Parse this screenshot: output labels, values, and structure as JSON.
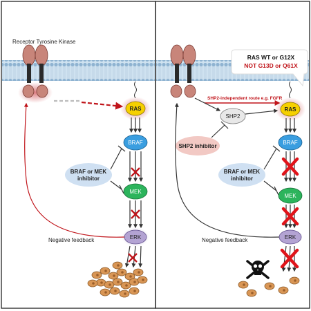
{
  "left_panel": {
    "title": "Receptor Tyrosine Kinase",
    "nodes": {
      "ras": "RAS",
      "braf": "BRAF",
      "mek": "MEK",
      "erk": "ERK"
    },
    "inhibitor": [
      "BRAF or MEK",
      "inhibitor"
    ],
    "feedback": "Negative feedback"
  },
  "right_panel": {
    "genotype_line1": "RAS WT or G12X",
    "genotype_line2": "NOT G13D or Q61X",
    "route": "SHP2-independent route e.g. FGFR",
    "nodes": {
      "shp2": "SHP2",
      "ras": "RAS",
      "braf": "BRAF",
      "mek": "MEK",
      "erk": "ERK"
    },
    "shp2_inhibitor": "SHP2 inhibitor",
    "inhibitor": [
      "BRAF or MEK",
      "inhibitor"
    ],
    "feedback": "Negative feedback"
  },
  "colors": {
    "ras": "#f6d000",
    "braf": "#3a9ee0",
    "mek": "#2cb45c",
    "erk": "#b3a3d3",
    "shp2_inhibitor": "#f2c9c4",
    "inhibitor": "#cfe0f2",
    "feedback_red": "#c0141a",
    "membrane": "#a9c6de",
    "cell": "#d99655"
  }
}
